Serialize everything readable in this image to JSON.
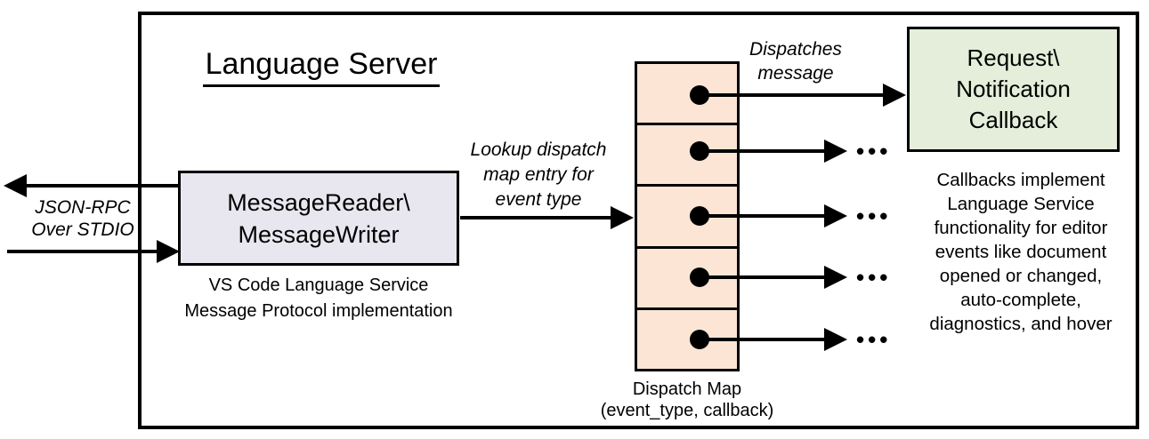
{
  "diagram": {
    "title": "Language Server",
    "reader_writer_box": {
      "line1": "MessageReader\\",
      "line2": "MessageWriter",
      "fill": "#E8E7EF"
    },
    "reader_writer_caption": {
      "line1": "VS Code Language Service",
      "line2": "Message Protocol implementation"
    },
    "stdio_label": {
      "line1": "JSON-RPC",
      "line2": "Over STDIO"
    },
    "lookup_label": {
      "line1": "Lookup dispatch",
      "line2": "map entry for",
      "line3": "event type"
    },
    "dispatches_label": {
      "line1": "Dispatches",
      "line2": "message"
    },
    "callback_box": {
      "line1": "Request\\",
      "line2": "Notification",
      "line3": "Callback",
      "fill": "#E4EEDA"
    },
    "callbacks_note": {
      "line1": "Callbacks implement",
      "line2": "Language Service",
      "line3": "functionality for editor",
      "line4": "events like document",
      "line5": "opened or changed,",
      "line6": "auto-complete,",
      "line7": "diagnostics, and hover"
    },
    "dispatch_map": {
      "cell_count": 5,
      "fill": "#FCE5D5",
      "label_line1": "Dispatch Map",
      "label_line2": "(event_type, callback)"
    },
    "ellipsis": "•••",
    "colors": {
      "line": "#000000",
      "reader_writer_fill": "#E8E7EF",
      "dispatch_map_fill": "#FCE5D5",
      "callback_fill": "#E4EEDA"
    }
  }
}
